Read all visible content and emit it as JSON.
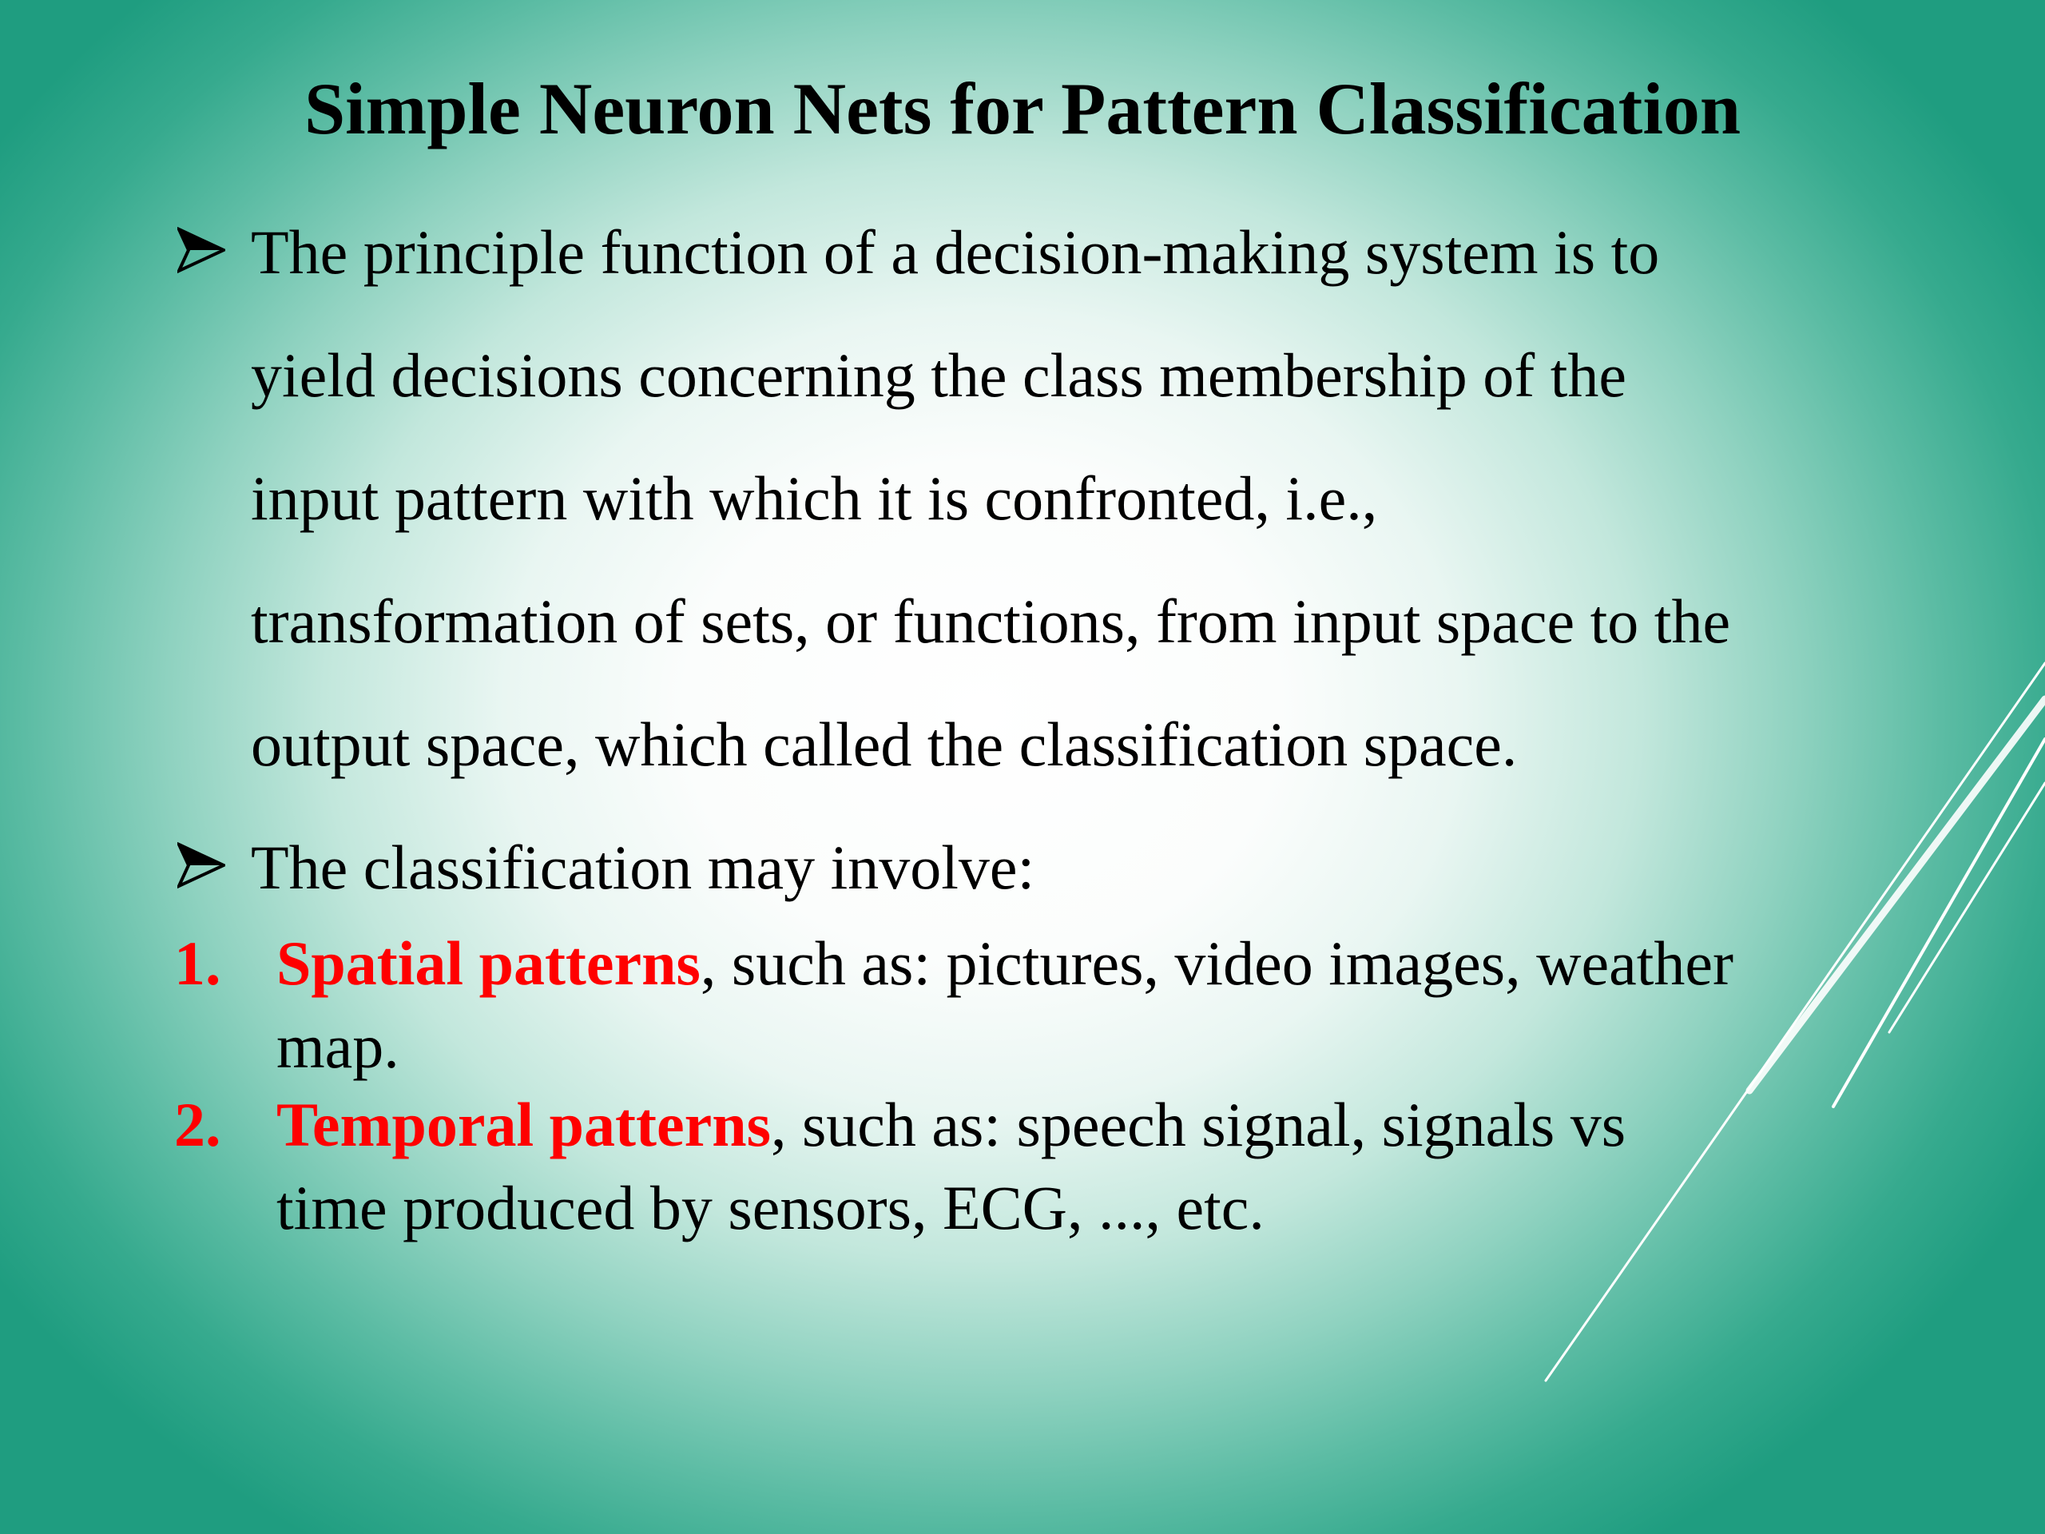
{
  "slide": {
    "title": "Simple Neuron Nets for Pattern Classification",
    "bullets": [
      {
        "lines": [
          "The principle function of a decision-making system is to",
          "yield decisions concerning the class membership of the",
          "input pattern with which it is confronted, i.e.,",
          "transformation of sets, or functions, from input space to the",
          "output space, which called the classification space."
        ]
      },
      {
        "lines": [
          "The classification may involve:"
        ]
      }
    ],
    "numbered": [
      {
        "number": "1.",
        "key": "Spatial patterns",
        "rest_line1": ", such as: pictures, video images, weather",
        "line2": "map."
      },
      {
        "number": "2.",
        "key": "Temporal patterns",
        "rest_line1": ", such as: speech signal, signals vs",
        "line2": "time produced by sensors, ECG, ..., etc."
      }
    ]
  },
  "colors": {
    "accent_red": "#ff0000",
    "teal": "#1f9d80"
  }
}
